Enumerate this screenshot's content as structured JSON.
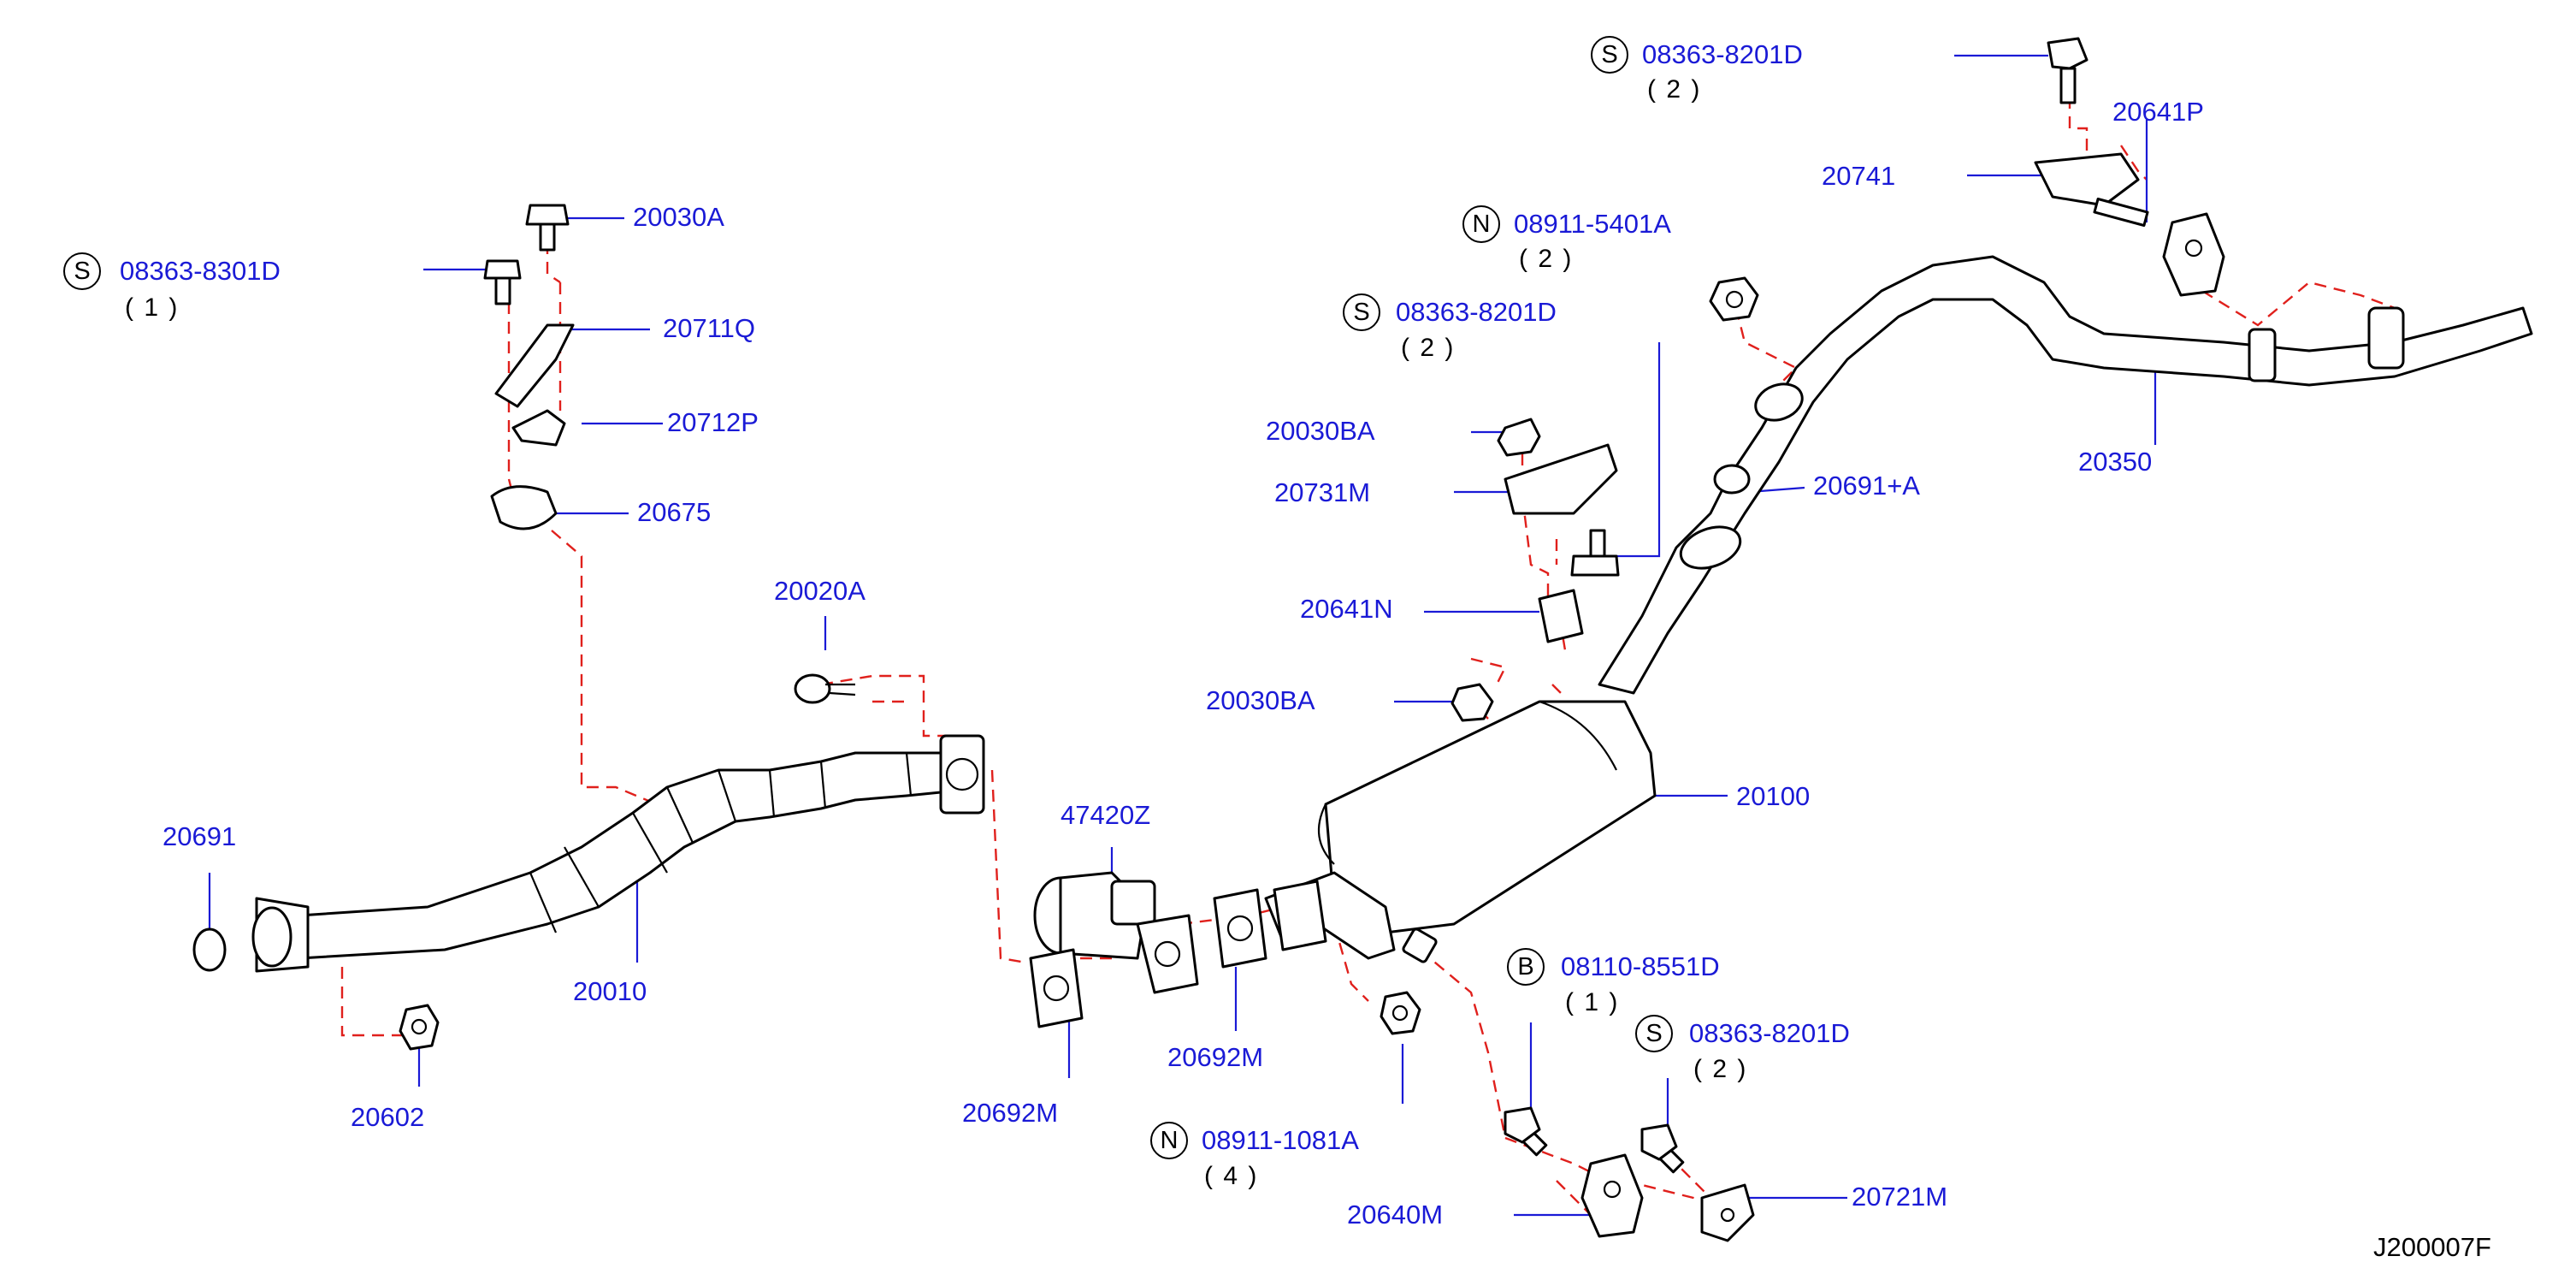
{
  "diagram_code": "J200007F",
  "callouts": [
    {
      "id": "s-08363-8201d-top",
      "prefix": "S",
      "number": "08363-8201D",
      "qty": "( 2 )"
    },
    {
      "id": "p-20641p",
      "number": "20641P"
    },
    {
      "id": "p-20741",
      "number": "20741"
    },
    {
      "id": "n-08911-5401a",
      "prefix": "N",
      "number": "08911-5401A",
      "qty": "( 2 )"
    },
    {
      "id": "s-08363-8201d-mid",
      "prefix": "S",
      "number": "08363-8201D",
      "qty": "( 2 )"
    },
    {
      "id": "p-20030ba-upper",
      "number": "20030BA"
    },
    {
      "id": "p-20731m",
      "number": "20731M"
    },
    {
      "id": "p-20691a",
      "number": "20691+A"
    },
    {
      "id": "p-20350",
      "number": "20350"
    },
    {
      "id": "p-20641n",
      "number": "20641N"
    },
    {
      "id": "p-20030ba-lower",
      "number": "20030BA"
    },
    {
      "id": "p-20100",
      "number": "20100"
    },
    {
      "id": "p-20030a",
      "number": "20030A"
    },
    {
      "id": "s-08363-8301d",
      "prefix": "S",
      "number": "08363-8301D",
      "qty": "( 1 )"
    },
    {
      "id": "p-20711q",
      "number": "20711Q"
    },
    {
      "id": "p-20712p",
      "number": "20712P"
    },
    {
      "id": "p-20675",
      "number": "20675"
    },
    {
      "id": "p-20020a",
      "number": "20020A"
    },
    {
      "id": "p-20691",
      "number": "20691"
    },
    {
      "id": "p-20010",
      "number": "20010"
    },
    {
      "id": "p-20602",
      "number": "20602"
    },
    {
      "id": "p-47420z",
      "number": "47420Z"
    },
    {
      "id": "p-20692m-right",
      "number": "20692M"
    },
    {
      "id": "p-20692m-left",
      "number": "20692M"
    },
    {
      "id": "b-08110-8551d",
      "prefix": "B",
      "number": "08110-8551D",
      "qty": "( 1 )"
    },
    {
      "id": "s-08363-8201d-bottom",
      "prefix": "S",
      "number": "08363-8201D",
      "qty": "( 2 )"
    },
    {
      "id": "n-08911-1081a",
      "prefix": "N",
      "number": "08911-1081A",
      "qty": "( 4 )"
    },
    {
      "id": "p-20640m",
      "number": "20640M"
    },
    {
      "id": "p-20721m",
      "number": "20721M"
    }
  ],
  "colors": {
    "label": "#1a1ad6",
    "dashed_guide": "#e0201c",
    "outline": "#000000"
  }
}
